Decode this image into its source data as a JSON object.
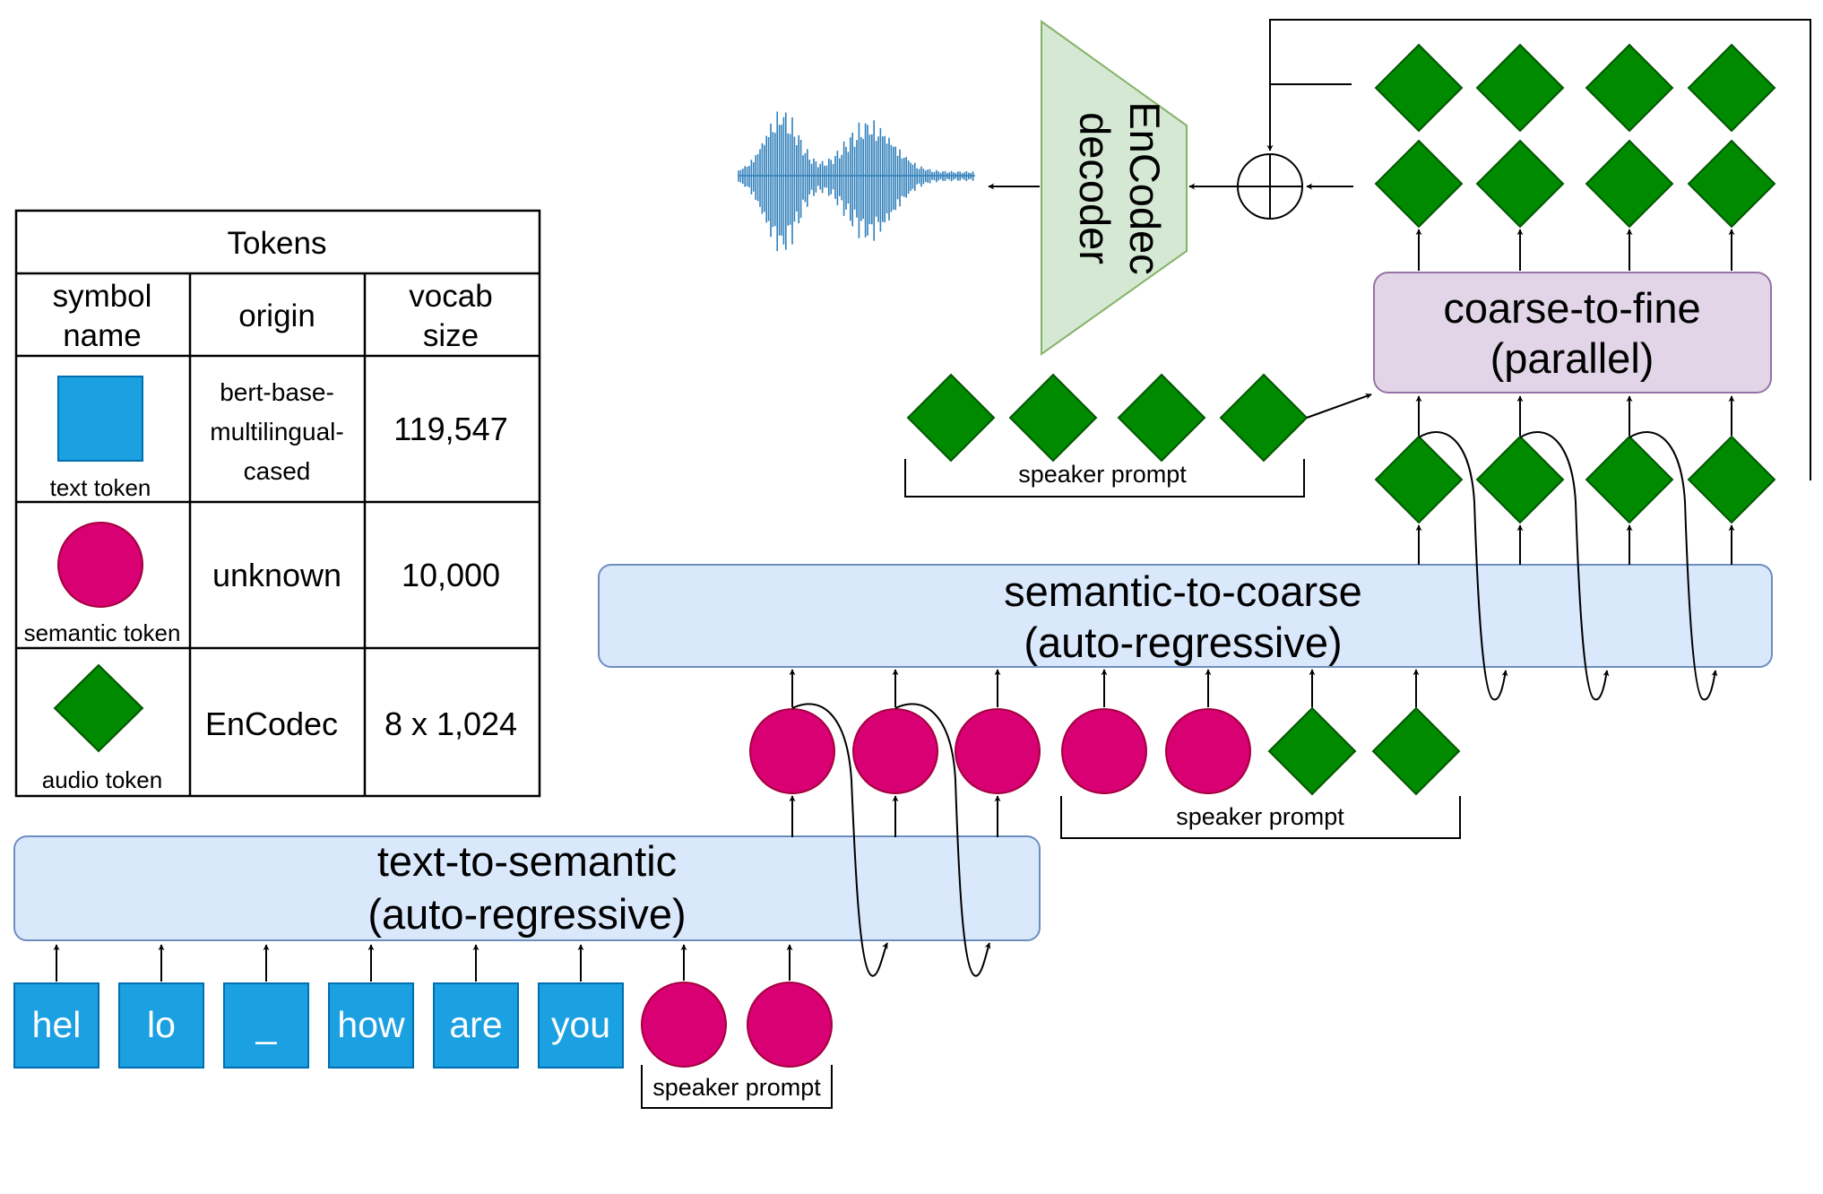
{
  "legend": {
    "title": "Tokens",
    "headers": {
      "symbol": [
        "symbol",
        "name"
      ],
      "origin": "origin",
      "vocab": [
        "vocab",
        "size"
      ]
    },
    "rows": [
      {
        "caption": "text token",
        "origin_lines": [
          "bert-base-",
          "multilingual-",
          "cased"
        ],
        "vocab": "119,547"
      },
      {
        "caption": "semantic token",
        "origin": "unknown",
        "vocab": "10,000"
      },
      {
        "caption": "audio token",
        "origin": "EnCodec",
        "vocab": "8 x 1,024"
      }
    ]
  },
  "stages": {
    "text_to_semantic": [
      "text-to-semantic",
      "(auto-regressive)"
    ],
    "semantic_to_coarse": [
      "semantic-to-coarse",
      "(auto-regressive)"
    ],
    "coarse_to_fine": [
      "coarse-to-fine",
      "(parallel)"
    ]
  },
  "decoder": [
    "EnCodec",
    "decoder"
  ],
  "text_tokens": [
    "hel",
    "lo",
    "_",
    "how",
    "are",
    "you"
  ],
  "speaker_prompt_label": "speaker prompt",
  "colors": {
    "text_token": "#1ba1e2",
    "semantic_token": "#d80073",
    "audio_token": "#008a00",
    "audio_token_border": "#005700",
    "stage_fill": "#dae8fc",
    "stage_border": "#6c8ebf",
    "fine_fill": "#e1d5e7",
    "fine_border": "#9673a6",
    "decoder_fill": "#d5e8d4",
    "decoder_border": "#82b366",
    "waveform": "#2f7fba"
  }
}
